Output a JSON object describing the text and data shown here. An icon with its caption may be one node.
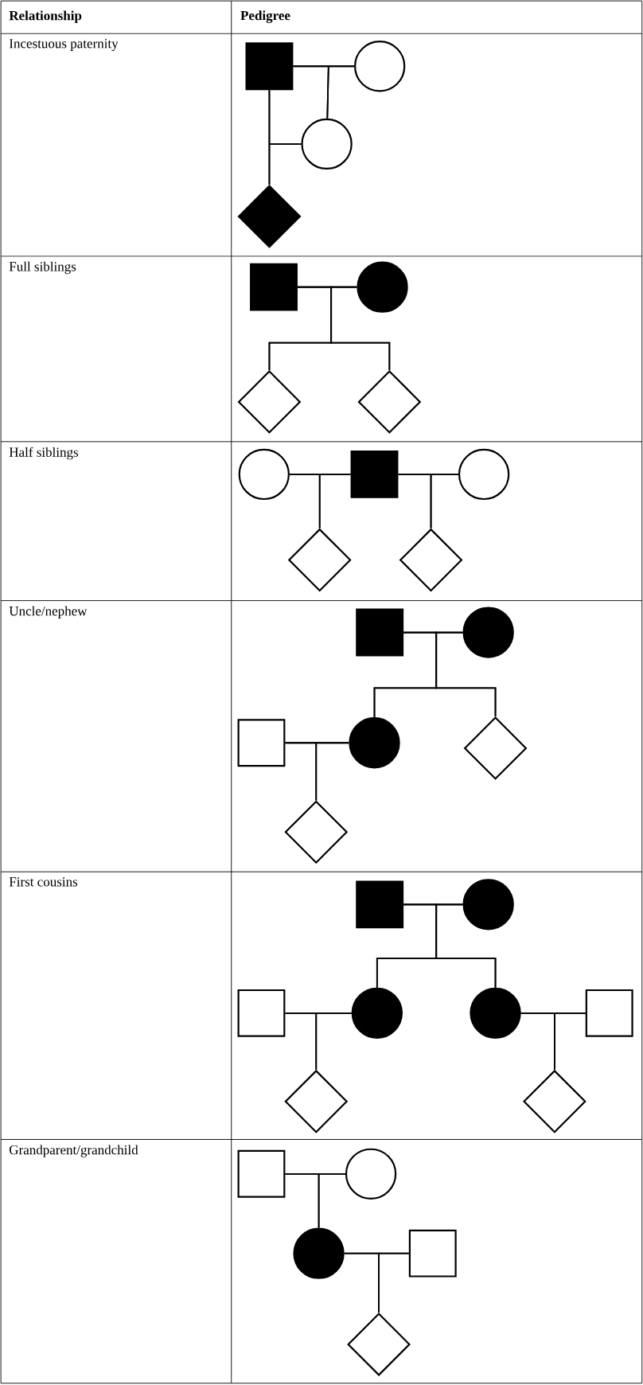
{
  "diagram": {
    "nodes": [
      {
        "text": [],
        "shape": "box"
      },
      {
        "text": [],
        "shape": "circle"
      },
      {
        "text": [],
        "shape": "circle"
      },
      {
        "text": [],
        "shape": "diamond"
      },
      {
        "text": [],
        "shape": "box"
      },
      {
        "text": [],
        "shape": "circle"
      },
      {
        "text": [],
        "shape": "diamond"
      },
      {
        "text": [],
        "shape": "diamond"
      },
      {
        "text": [],
        "shape": "circle"
      },
      {
        "text": [],
        "shape": "box"
      },
      {
        "text": [],
        "shape": "circle"
      },
      {
        "text": [],
        "shape": "diamond"
      },
      {
        "text": [],
        "shape": "diamond"
      },
      {
        "text": [],
        "shape": "box"
      },
      {
        "text": [],
        "shape": "circle"
      },
      {
        "text": [],
        "shape": "box"
      },
      {
        "text": [],
        "shape": "circle"
      },
      {
        "text": [],
        "shape": "diamond"
      },
      {
        "text": [],
        "shape": "diamond"
      },
      {
        "text": [],
        "shape": "box"
      },
      {
        "text": [],
        "shape": "circle"
      },
      {
        "text": [],
        "shape": "box"
      },
      {
        "text": [],
        "shape": "circle"
      },
      {
        "text": [],
        "shape": "circle"
      },
      {
        "text": [],
        "shape": "box"
      },
      {
        "text": [],
        "shape": "diamond"
      },
      {
        "text": [],
        "shape": "diamond"
      },
      {
        "text": [],
        "shape": "box"
      },
      {
        "text": [],
        "shape": "circle"
      },
      {
        "text": [],
        "shape": "circle"
      },
      {
        "text": [],
        "shape": "box"
      },
      {
        "text": [],
        "shape": "diamond"
      }
    ],
    "edges": [
      {
        "from": 0,
        "to": 1,
        "arrow": "none"
      },
      {
        "from": 0,
        "to": 2,
        "arrow": "none"
      },
      {
        "from": 1,
        "to": 2,
        "arrow": "none"
      },
      {
        "from": 0,
        "to": 2,
        "arrow": "none"
      },
      {
        "from": 0,
        "to": 3,
        "arrow": "none"
      },
      {
        "from": 2,
        "to": 3,
        "arrow": "none"
      },
      {
        "from": 4,
        "to": 5,
        "arrow": "none"
      },
      {
        "from": 4,
        "to": 6,
        "arrow": "none"
      },
      {
        "from": 5,
        "to": 6,
        "arrow": "none"
      },
      {
        "from": 4,
        "to": 7,
        "arrow": "none"
      },
      {
        "from": 5,
        "to": 7,
        "arrow": "none"
      },
      {
        "from": 8,
        "to": 9,
        "arrow": "none"
      },
      {
        "from": 8,
        "to": 11,
        "arrow": "none"
      },
      {
        "from": 9,
        "to": 11,
        "arrow": "none"
      },
      {
        "from": 9,
        "to": 10,
        "arrow": "none"
      },
      {
        "from": 9,
        "to": 12,
        "arrow": "none"
      },
      {
        "from": 10,
        "to": 12,
        "arrow": "none"
      },
      {
        "from": 13,
        "to": 14,
        "arrow": "none"
      },
      {
        "from": 13,
        "to": 16,
        "arrow": "none"
      },
      {
        "from": 14,
        "to": 16,
        "arrow": "none"
      },
      {
        "from": 13,
        "to": 17,
        "arrow": "none"
      },
      {
        "from": 14,
        "to": 17,
        "arrow": "none"
      },
      {
        "from": 15,
        "to": 16,
        "arrow": "none"
      },
      {
        "from": 15,
        "to": 18,
        "arrow": "none"
      },
      {
        "from": 16,
        "to": 18,
        "arrow": "none"
      },
      {
        "from": 19,
        "to": 20,
        "arrow": "none"
      },
      {
        "from": 19,
        "to": 22,
        "arrow": "none"
      },
      {
        "from": 20,
        "to": 22,
        "arrow": "none"
      },
      {
        "from": 19,
        "to": 23,
        "arrow": "none"
      },
      {
        "from": 20,
        "to": 23,
        "arrow": "none"
      },
      {
        "from": 21,
        "to": 22,
        "arrow": "none"
      },
      {
        "from": 21,
        "to": 25,
        "arrow": "none"
      },
      {
        "from": 22,
        "to": 25,
        "arrow": "none"
      },
      {
        "from": 23,
        "to": 24,
        "arrow": "none"
      },
      {
        "from": 23,
        "to": 26,
        "arrow": "none"
      },
      {
        "from": 24,
        "to": 26,
        "arrow": "none"
      },
      {
        "from": 27,
        "to": 28,
        "arrow": "none"
      },
      {
        "from": 27,
        "to": 29,
        "arrow": "none"
      },
      {
        "from": 28,
        "to": 29,
        "arrow": "none"
      },
      {
        "from": 29,
        "to": 30,
        "arrow": "none"
      },
      {
        "from": 29,
        "to": 31,
        "arrow": "none"
      },
      {
        "from": 30,
        "to": 31,
        "arrow": "none"
      }
    ],
    "labels": [
      "Relationship",
      "Pedigree",
      "Incestuous paternity",
      "Full siblings",
      "Half siblings",
      "Uncle/nephew",
      "First cousins",
      "Grandparent/grandchild"
    ]
  }
}
